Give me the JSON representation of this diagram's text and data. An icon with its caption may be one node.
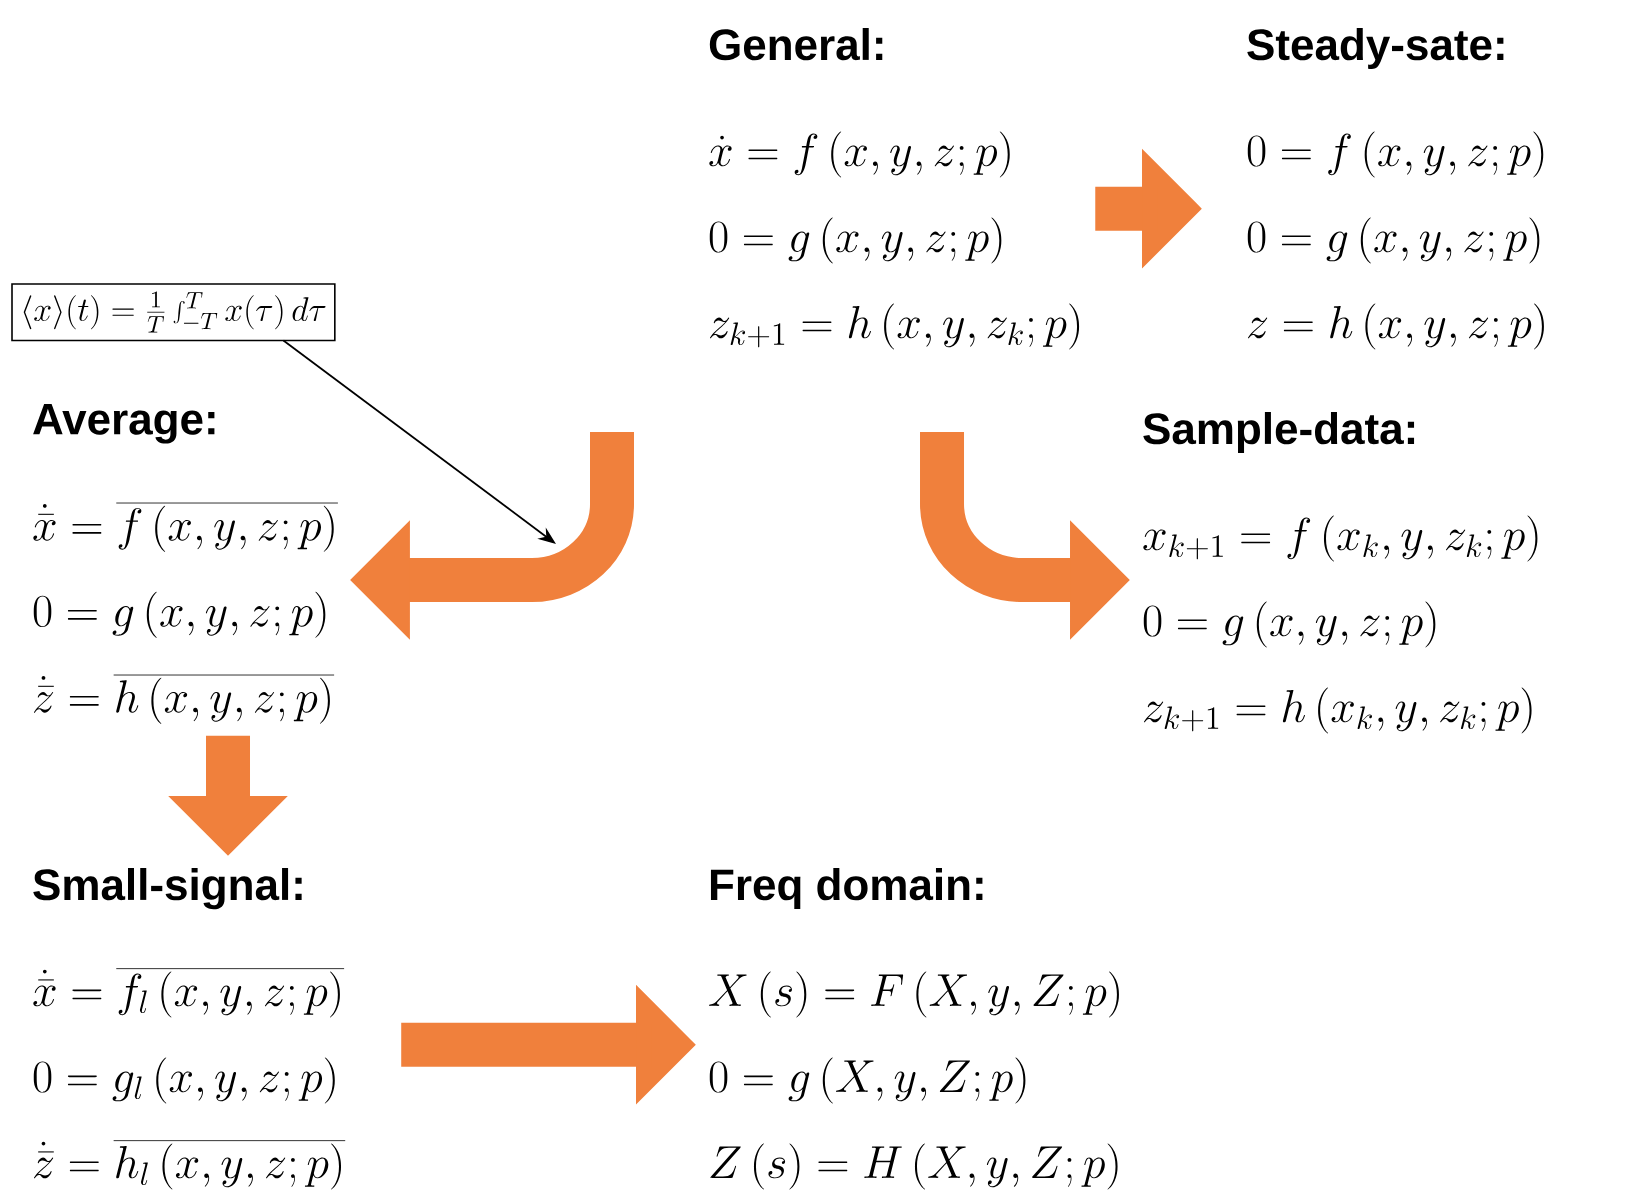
{
  "diagram": {
    "nodes": [
      {
        "text": [
          "General:",
          "\\dot{x} = f\\left(x, y, z; p\\right)",
          "0 = g\\left(x, y, z; p\\right)",
          "z_{k+1} = h\\left(x, y, z_k; p\\right)"
        ]
      },
      {
        "text": [
          "Steady-sate:",
          "0 = f\\left(x, y, z; p\\right)",
          "0 = g\\left(x, y, z; p\\right)",
          "z = h\\left(x, y, z; p\\right)"
        ]
      },
      {
        "text": [
          "Average:",
          "\\dot{\\bar{x}} = \\overline{f\\left(x, y, z; p\\right)}",
          "0 = g\\left(x, y, z; p\\right)",
          "\\dot{\\bar{z}} = \\overline{h\\left(x, y, z; p\\right)}"
        ]
      },
      {
        "text": [
          "Sample-data:",
          "x_{k+1} = f\\left(x_k, y, z_k; p\\right)",
          "0 = g\\left(x, y, z; p\\right)",
          "z_{k+1} = h\\left(x_k, y, z_k; p\\right)"
        ]
      },
      {
        "text": [
          "Small-signal:",
          "\\dot{\\bar{x}} = \\overline{f_l\\left(x, y, z; p\\right)}",
          "0 = g_l\\left(x, y, z; p\\right)",
          "\\dot{\\bar{z}} = \\overline{h_l\\left(x, y, z; p\\right)}"
        ]
      },
      {
        "text": [
          "Freq domain:",
          "X\\left(s\\right) = F\\left(X, y, Z; p\\right)",
          "0 = g\\left(X, y, Z; p\\right)",
          "Z\\left(s\\right) = H\\left(X, y, Z; p\\right)"
        ]
      },
      {
        "text": [
          "\\langle x\\rangle(t) = \\frac{1}{T}\\int_{-T}^{T} x(\\tau)\\,d\\tau"
        ]
      }
    ],
    "edges": [
      {
        "from": 0,
        "to": 1,
        "arrow": "to"
      },
      {
        "from": 0,
        "to": 2,
        "arrow": "to"
      },
      {
        "from": 0,
        "to": 3,
        "arrow": "to"
      },
      {
        "from": 2,
        "to": 4,
        "arrow": "to"
      },
      {
        "from": 4,
        "to": 5,
        "arrow": "to"
      },
      {
        "from": 6,
        "to": null,
        "arrow": "to",
        "color": "#000000"
      }
    ]
  }
}
